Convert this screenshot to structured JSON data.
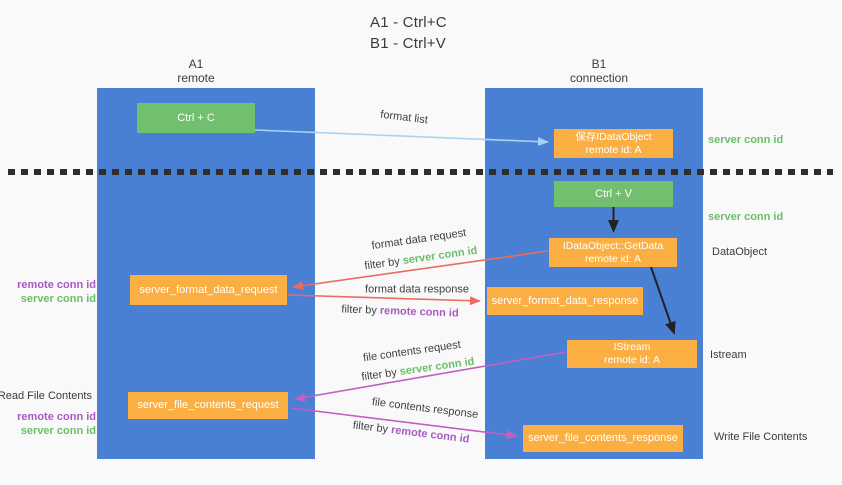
{
  "title": {
    "line1": "A1 - Ctrl+C",
    "line2": "B1 - Ctrl+V"
  },
  "lanes": {
    "left": {
      "name": "A1",
      "role": "remote"
    },
    "right": {
      "name": "B1",
      "role": "connection"
    }
  },
  "boxes": {
    "ctrl_c": {
      "label": "Ctrl + C"
    },
    "ctrl_v": {
      "label": "Ctrl + V"
    },
    "save_idataobject": {
      "line1": "保存IDataObject",
      "line2": "remote id: A"
    },
    "getdata": {
      "line1": "IDataObject::GetData",
      "line2": "remote id: A"
    },
    "istream": {
      "line1": "IStream",
      "line2": "remote id: A"
    },
    "server_format_data_request": {
      "label": "server_format_data_request"
    },
    "server_format_data_response": {
      "label": "server_format_data_response"
    },
    "server_file_contents_request": {
      "label": "server_file_contents_request"
    },
    "server_file_contents_response": {
      "label": "server_file_contents_response"
    }
  },
  "flow": {
    "format_list": "format list",
    "format_data_request": "format data request",
    "format_data_response": "format data response",
    "file_contents_request": "file contents request",
    "file_contents_response": "file contents response",
    "filter_by": "filter by",
    "server_conn_id": "server conn id",
    "remote_conn_id": "remote conn id"
  },
  "annotations": {
    "left": {
      "format_remote_conn_id": "remote conn id",
      "format_server_conn_id": "server conn id",
      "read_file_contents": "Read File Contents",
      "file_remote_conn_id": "remote conn id",
      "file_server_conn_id": "server conn id"
    },
    "right": {
      "server_conn_id_top": "server conn id",
      "server_conn_id_mid": "server conn id",
      "data_object": "DataObject",
      "istream": "Istream",
      "write_file_contents": "Write File Contents"
    }
  },
  "colors": {
    "bg": "#f9f9f9",
    "column_blue": "#4a80d4",
    "box_green": "#72bf70",
    "box_orange": "#fbaf42",
    "green_text": "#6abf68",
    "purple_text": "#a85ac2",
    "arrow_blue": "#a6d3f2",
    "arrow_red": "#ed6a5f",
    "arrow_magenta": "#c35fc3",
    "arrow_black": "#222222"
  }
}
